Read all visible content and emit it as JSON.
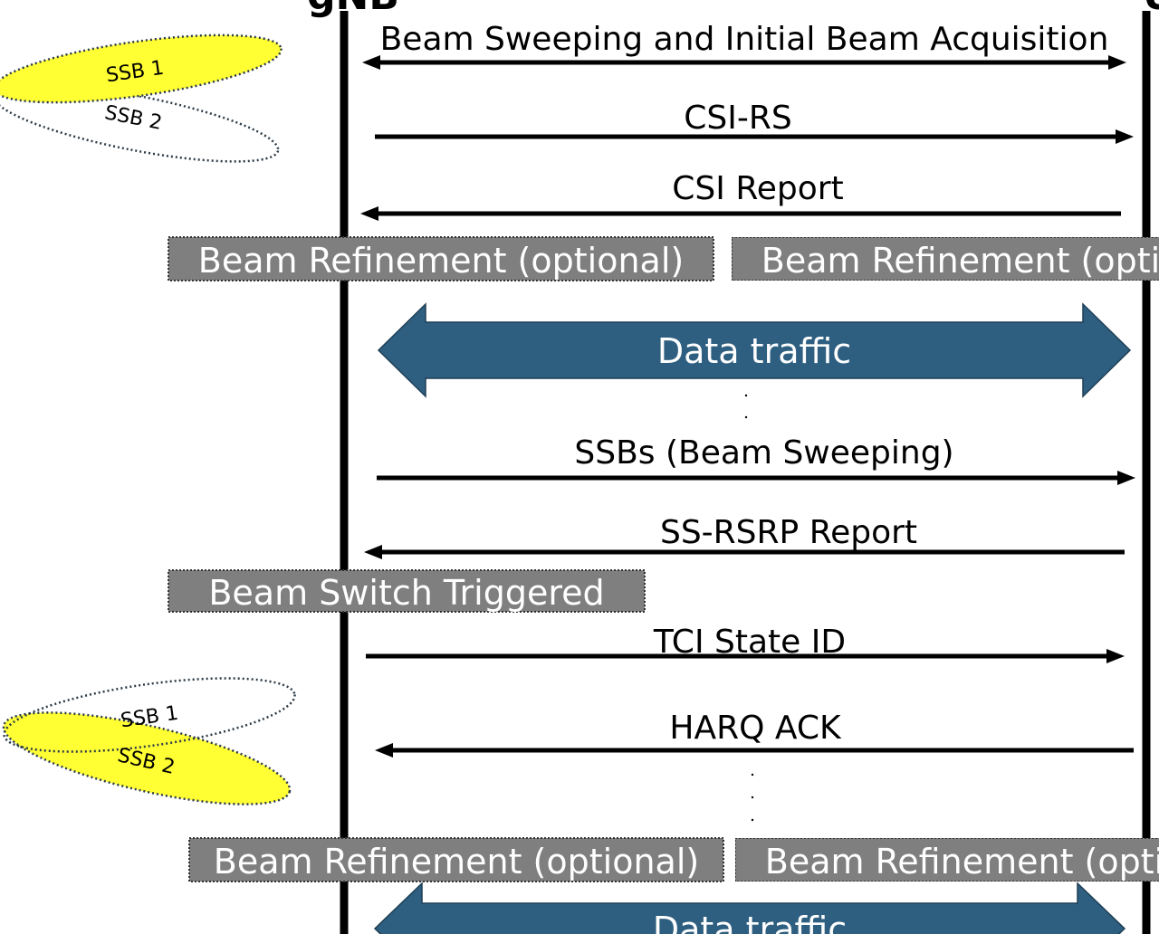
{
  "entities": {
    "left": "gNB",
    "right": "UE"
  },
  "messages": {
    "beam_sweep": "Beam Sweeping and Initial Beam Acquisition",
    "csi_rs": "CSI-RS",
    "csi_report": "CSI Report",
    "ssbs": "SSBs (Beam Sweeping)",
    "ssrsrp": "SS-RSRP Report",
    "tci": "TCI State ID",
    "harq": "HARQ ACK"
  },
  "boxes": {
    "refine": "Beam Refinement (optional)",
    "switch": "Beam Switch Triggered"
  },
  "traffic": {
    "label": "Data traffic"
  },
  "beams": {
    "ssb1": "SSB 1",
    "ssb2": "SSB 2"
  },
  "colors": {
    "beam_active": "#ffff33",
    "box_fill": "#7f7f7f",
    "traffic_fill": "#2e5f80"
  }
}
